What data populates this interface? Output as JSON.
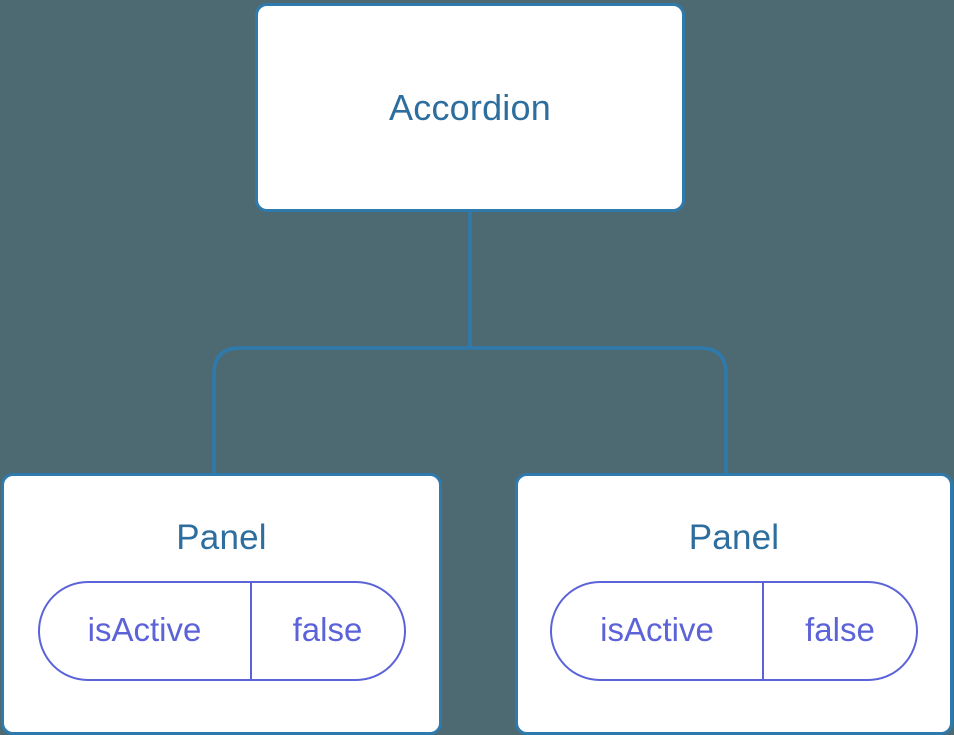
{
  "diagram": {
    "type": "component-tree",
    "background_color": "#4d6a72",
    "node_border_color": "#2f7aad",
    "node_title_color": "#2d6e9e",
    "pill_color": "#5c63d8",
    "connector_color": "#2f7aad",
    "root": {
      "label": "Accordion"
    },
    "children": [
      {
        "label": "Panel",
        "state": {
          "key": "isActive",
          "value": "false"
        }
      },
      {
        "label": "Panel",
        "state": {
          "key": "isActive",
          "value": "false"
        }
      }
    ]
  }
}
